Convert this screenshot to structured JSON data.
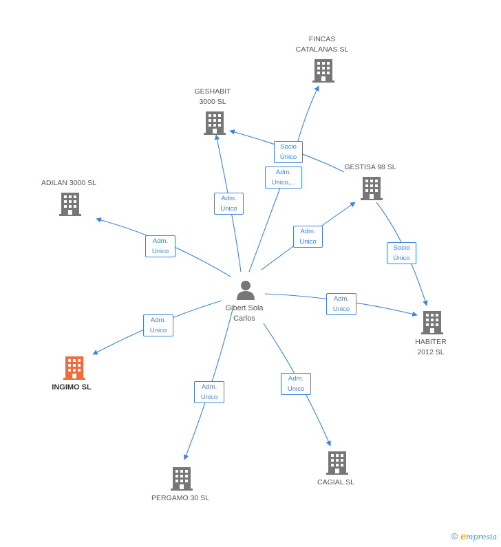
{
  "colors": {
    "edge": "#3d85d8",
    "company": "#777777",
    "main_company": "#f26b3a",
    "person": "#777777"
  },
  "nodes": {
    "person": {
      "label": "Gibert Sola\nCarlos",
      "icon": "person-icon"
    },
    "fincas": {
      "label": "FINCAS\nCATALANAS SL",
      "icon": "building-icon"
    },
    "geshabit": {
      "label": "GESHABIT\n3000 SL",
      "icon": "building-icon"
    },
    "gestisa": {
      "label": "GESTISA 98 SL",
      "icon": "building-icon"
    },
    "adilan": {
      "label": "ADILAN 3000 SL",
      "icon": "building-icon"
    },
    "habiter": {
      "label": "HABITER\n2012 SL",
      "icon": "building-icon"
    },
    "ingimo": {
      "label": "INGIMO SL",
      "icon": "building-icon"
    },
    "pergamo": {
      "label": "PERGAMO 30 SL",
      "icon": "building-icon"
    },
    "cagial": {
      "label": "CAGIAL SL",
      "icon": "building-icon"
    }
  },
  "edges": {
    "gestisa_fincas": "Socio\nÚnico",
    "person_gestisa_multi": "Adm.\nUnico,...",
    "person_geshabit": "Adm.\nUnico",
    "person_adilan": "Adm.\nUnico",
    "person_gestisa": "Adm.\nUnico",
    "gestisa_habiter": "Socio\nÚnico",
    "person_habiter": "Adm.\nUnico",
    "person_ingimo": "Adm.\nUnico",
    "person_pergamo": "Adm.\nUnico",
    "person_cagial": "Adm.\nUnico"
  },
  "footer": {
    "copyright": "©",
    "brand_e": "e",
    "brand_rest": "mpresia"
  }
}
